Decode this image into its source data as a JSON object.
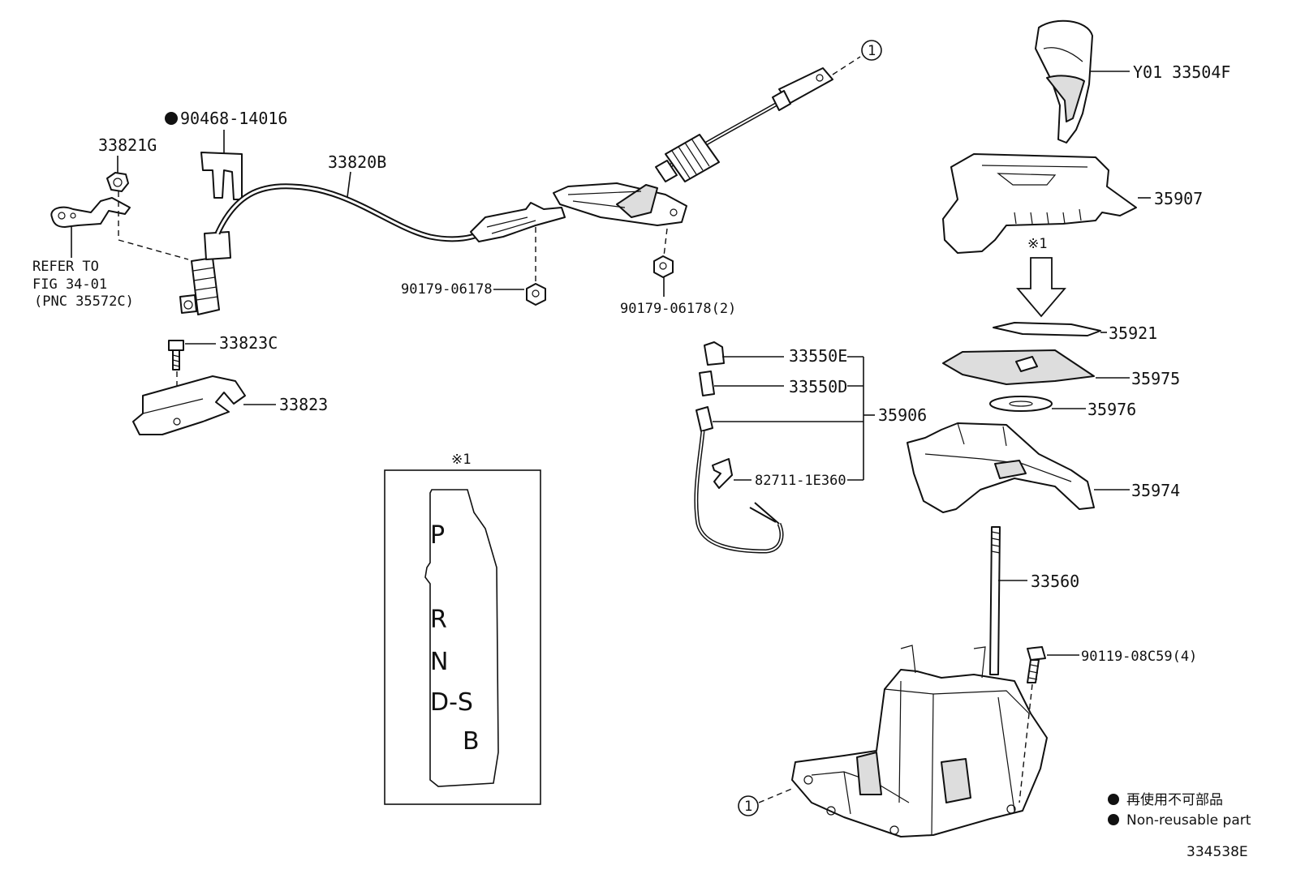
{
  "labels": {
    "p1": "90468-14016",
    "p2": "33821G",
    "p3": "33820B",
    "p4": "REFER TO",
    "p5": "FIG 34-01",
    "p6": "(PNC 35572C)",
    "p7": "33823C",
    "p8": "33823",
    "p9": "90179-06178",
    "p10": "90179-06178(2)",
    "p11": "Y01 33504F",
    "p12": "35907",
    "p13": "35921",
    "p14": "35975",
    "p15": "35976",
    "p16": "35974",
    "p17": "33550E",
    "p18": "33550D",
    "p19": "35906",
    "p20": "82711-1E360",
    "p21": "33560",
    "p22": "90119-08C59(4)"
  },
  "callouts": {
    "ref1": "1",
    "ref2": "1"
  },
  "note_mark": "※1",
  "gate": {
    "p": "P",
    "r": "R",
    "n": "N",
    "ds": "D-S",
    "b": "B"
  },
  "legend": {
    "jp": "再使用不可部品",
    "en": "Non-reusable part"
  },
  "figure_id": "334538E"
}
